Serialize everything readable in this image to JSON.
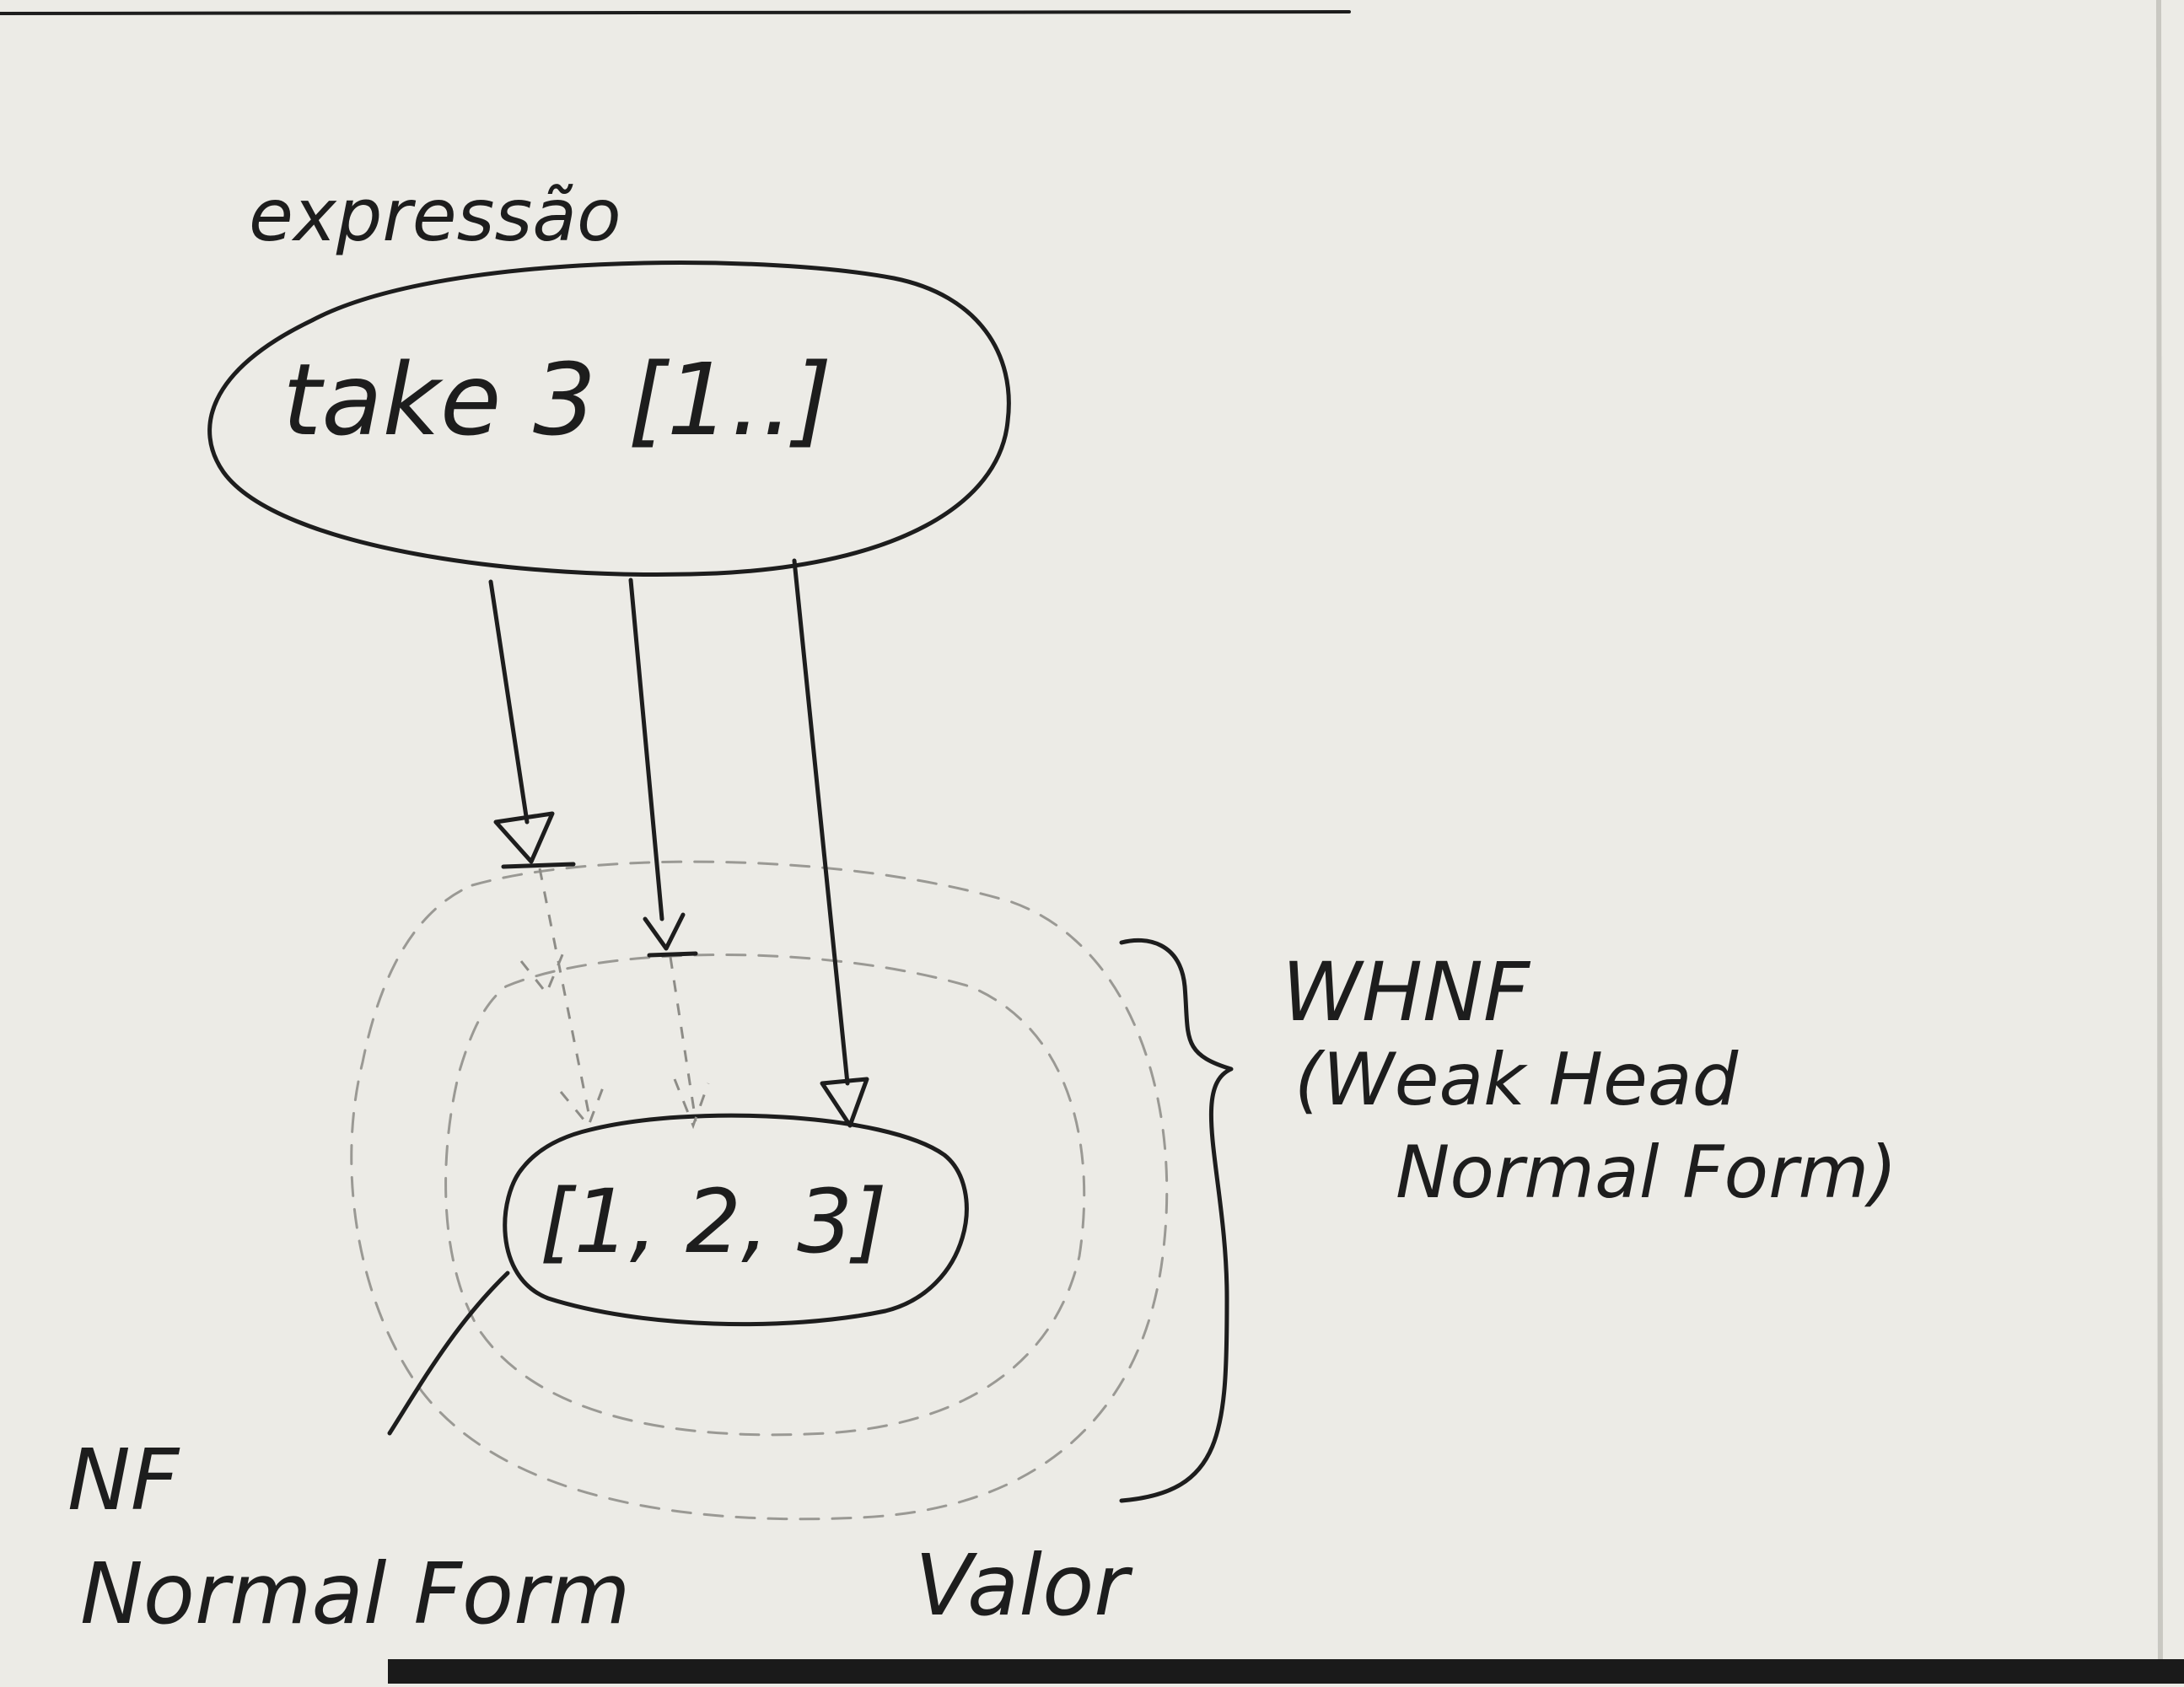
{
  "labels": {
    "top_label": "expressão",
    "expression": "take 3 [1..]",
    "result": "[1, 2, 3]",
    "whnf_title": "WHNF",
    "whnf_line1": "(Weak Head",
    "whnf_line2": "Normal Form)",
    "nf_title": "NF",
    "nf_subtitle": "Normal Form",
    "value_label": "Valor"
  },
  "colors": {
    "paper": "#ecebe6",
    "ink": "#1d1d1d",
    "pencil": "#9a9994"
  }
}
